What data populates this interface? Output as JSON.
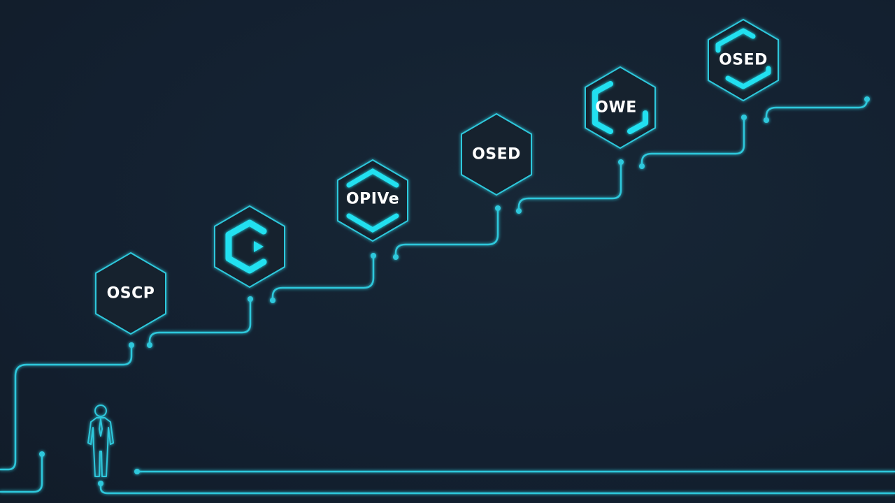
{
  "colors": {
    "background": "#132030",
    "line": "#2fc8dc",
    "accent": "#22e0f0",
    "label": "#ffffff"
  },
  "nodes": [
    {
      "id": "n1",
      "label": "OSCP",
      "icon": ""
    },
    {
      "id": "n2",
      "label": "",
      "icon": "c-play-logo-icon"
    },
    {
      "id": "n3",
      "label": "OPIVe",
      "icon": "hex-ring-icon"
    },
    {
      "id": "n4",
      "label": "OSED",
      "icon": ""
    },
    {
      "id": "n5",
      "label": "OWE",
      "icon": "hex-ring-icon"
    },
    {
      "id": "n6",
      "label": "OSED",
      "icon": "hex-ring-icon"
    }
  ],
  "figure": {
    "icon": "person-icon"
  }
}
